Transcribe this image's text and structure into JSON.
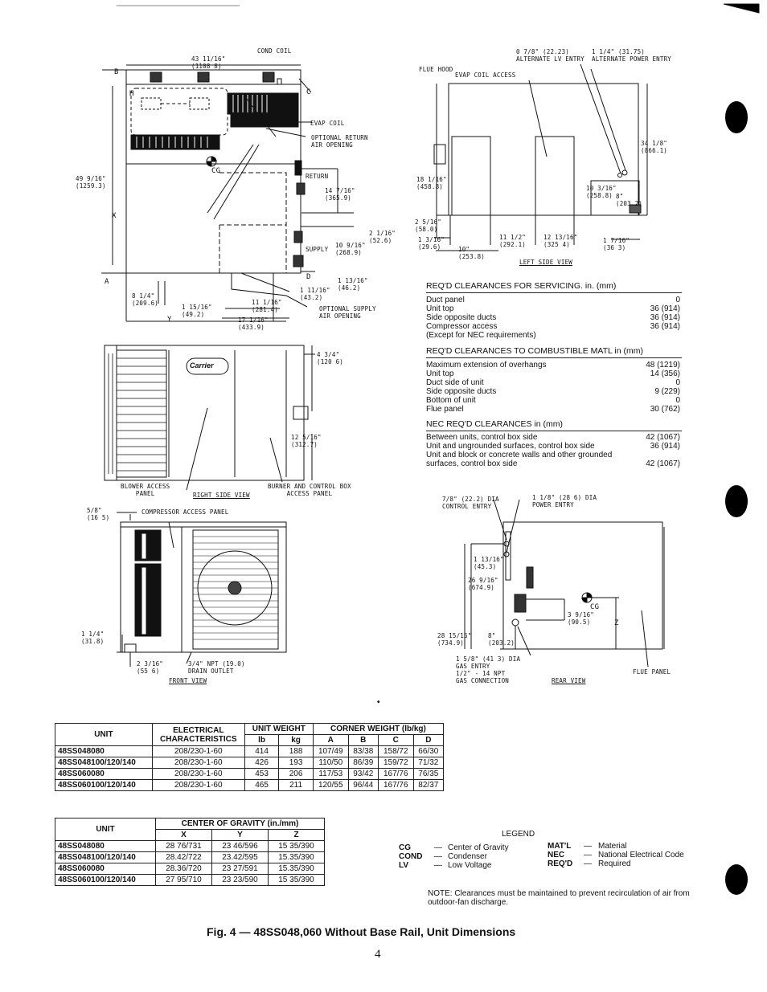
{
  "page_number": "4",
  "figure_caption": "Fig. 4 — 48SS048,060 Without Base Rail, Unit Dimensions",
  "top_view": {
    "labels": {
      "cond_coil": "COND COIL",
      "dim_43": "43 11/16\"\n(1108 8)",
      "b": "B",
      "c": "C",
      "h": "H",
      "evap_coil": "EVAP COIL",
      "opt_return": "OPTIONAL RETURN\nAIR OPENING",
      "cg": "CG",
      "dim_49": "49 9/16\"\n(1259.3)",
      "return": "RETURN",
      "dim_14": "14 7/16\"\n(365.9)",
      "x": "X",
      "dim_2": "2 1/16\"\n(52.6)",
      "supply": "SUPPLY",
      "dim_10": "10 9/16\"\n(268.9)",
      "d": "D",
      "dim_1_13": "1 13/16\"\n(46.2)",
      "a": "A",
      "dim_1_11": "1 11/16\"\n(43.2)",
      "dim_8": "8 1/4\"\n(209.6)",
      "dim_11": "11 1/16\"\n(281.4)",
      "opt_supply": "OPTIONAL SUPPLY\nAIR OPENING",
      "dim_1_15": "1 15/16\"\n(49.2)",
      "y": "Y",
      "dim_17": "17 1/16\"\n(433.9)"
    }
  },
  "left_side_view": {
    "labels": {
      "dim_078": "0 7/8\" (22.23)\nALTERNATE LV ENTRY",
      "dim_114": "1 1/4\" (31.75)\nALTERNATE POWER ENTRY",
      "flue_hood": "FLUE HOOD",
      "evap_access": "EVAP COIL ACCESS",
      "dim_34": "34 1/8\"\n(866.1)",
      "dim_18": "18 1/16\"\n(458.8)",
      "dim_10_3": "10 3/16\"\n(258.8)",
      "dim_8": "8\"\n(203.2)",
      "dim_2_5": "2 5/16\"\n(58.0)",
      "dim_1_3": "1 3/16\"\n(29.6)",
      "dim_11_1": "11 1/2\"\n(292.1)",
      "dim_12": "12 13/16\"\n(325 4)",
      "dim_1_7": "1 7/16\"\n(36 3)",
      "dim_10": "10\"\n(253.8)",
      "title": "LEFT SIDE VIEW"
    }
  },
  "clearances": {
    "servicing": {
      "title": "REQ'D CLEARANCES FOR SERVICING. in. (mm)",
      "rows": [
        {
          "label": "Duct panel",
          "value": "0"
        },
        {
          "label": "Unit top",
          "value": "36 (914)"
        },
        {
          "label": "Side opposite ducts",
          "value": "36 (914)"
        },
        {
          "label": "Compressor access",
          "value": "36 (914)"
        },
        {
          "label": "(Except for NEC requirements)",
          "value": ""
        }
      ]
    },
    "combustible": {
      "title": "REQ'D CLEARANCES TO COMBUSTIBLE MATL in (mm)",
      "rows": [
        {
          "label": "Maximum extension of overhangs",
          "value": "48 (1219)"
        },
        {
          "label": "Unit top",
          "value": "14 (356)"
        },
        {
          "label": "Duct side of unit",
          "value": "0"
        },
        {
          "label": "Side opposite ducts",
          "value": "9 (229)"
        },
        {
          "label": "Bottom of unit",
          "value": "0"
        },
        {
          "label": "Flue panel",
          "value": "30 (762)"
        }
      ]
    },
    "nec": {
      "title": "NEC REQ'D CLEARANCES in (mm)",
      "rows": [
        {
          "label": "Between units, control box side",
          "value": "42 (1067)"
        },
        {
          "label": "Unit and ungrounded surfaces, control box side",
          "value": "36 (914)"
        },
        {
          "label": "Unit and block or concrete walls and other grounded",
          "value": ""
        },
        {
          "label": "surfaces, control box side",
          "value": "42 (1067)"
        }
      ]
    }
  },
  "right_side_view": {
    "labels": {
      "logo": "Carrier",
      "dim_4": "4 3/4\"\n(120 6)",
      "dim_12": "12 5/16\"\n(312.7)",
      "blower": "BLOWER ACCESS\nPANEL",
      "title": "RIGHT SIDE VIEW",
      "burner": "BURNER AND CONTROL BOX\nACCESS PANEL"
    }
  },
  "front_view": {
    "labels": {
      "dim_58": "5/8\"\n(16 5)",
      "comp_access": "COMPRESSOR ACCESS PANEL",
      "dim_114": "1 1/4\"\n(31.8)",
      "dim_2_3": "2 3/16\"\n(55 6)",
      "drain": "3/4\" NPT (19.0)\nDRAIN OUTLET",
      "title": "FRONT VIEW"
    }
  },
  "rear_view": {
    "labels": {
      "dim_78": "7/8\" (22.2) DIA\nCONTROL ENTRY",
      "dim_118": "1 1/8\" (28 6) DIA\nPOWER ENTRY",
      "dim_1_13": "1 13/16\"\n(45.3)",
      "dim_26": "26 9/16\"\n(674.9)",
      "cg": "CG",
      "dim_3_9": "3 9/16\"\n(90.5)",
      "z": "Z",
      "dim_28": "28 15/16\"\n(734.9)",
      "dim_8": "8\"\n(203.2)",
      "gas_entry": "1 5/8\" (41 3) DIA\nGAS ENTRY\n1/2\" - 14 NPT\nGAS CONNECTION",
      "flue_panel": "FLUE PANEL",
      "title": "REAR VIEW"
    }
  },
  "weight_table": {
    "headers": {
      "unit": "UNIT",
      "electrical": "ELECTRICAL CHARACTERISTICS",
      "unit_weight": "UNIT WEIGHT",
      "corner_weight": "CORNER WEIGHT (lb/kg)",
      "lb": "lb",
      "kg": "kg",
      "a": "A",
      "b": "B",
      "c": "C",
      "d": "D"
    },
    "rows": [
      [
        "48SS048080",
        "208/230-1-60",
        "414",
        "188",
        "107/49",
        "83/38",
        "158/72",
        "66/30"
      ],
      [
        "48SS048100/120/140",
        "208/230-1-60",
        "426",
        "193",
        "110/50",
        "86/39",
        "159/72",
        "71/32"
      ],
      [
        "48SS060080",
        "208/230-1-60",
        "453",
        "206",
        "117/53",
        "93/42",
        "167/76",
        "76/35"
      ],
      [
        "48SS060100/120/140",
        "208/230-1-60",
        "465",
        "211",
        "120/55",
        "96/44",
        "167/76",
        "82/37"
      ]
    ]
  },
  "cg_table": {
    "headers": {
      "unit": "UNIT",
      "cog": "CENTER OF GRAVITY (in./mm)",
      "x": "X",
      "y": "Y",
      "z": "Z"
    },
    "rows": [
      [
        "48SS048080",
        "28 76/731",
        "23 46/596",
        "15 35/390"
      ],
      [
        "48SS048100/120/140",
        "28.42/722",
        "23.42/595",
        "15.35/390"
      ],
      [
        "48SS060080",
        "28.36/720",
        "23 27/591",
        "15.35/390"
      ],
      [
        "48SS060100/120/140",
        "27 95/710",
        "23 23/590",
        "15 35/390"
      ]
    ]
  },
  "legend": {
    "title": "LEGEND",
    "left": [
      {
        "abbr": "CG",
        "desc": "Center of Gravity"
      },
      {
        "abbr": "COND",
        "desc": "Condenser"
      },
      {
        "abbr": "LV",
        "desc": "Low Voltage"
      }
    ],
    "right": [
      {
        "abbr": "MAT'L",
        "desc": "Material"
      },
      {
        "abbr": "NEC",
        "desc": "National Electrical Code"
      },
      {
        "abbr": "REQ'D",
        "desc": "Required"
      }
    ],
    "dash": "—",
    "note": "NOTE: Clearances must be maintained to prevent recirculation of air from outdoor-fan discharge."
  }
}
